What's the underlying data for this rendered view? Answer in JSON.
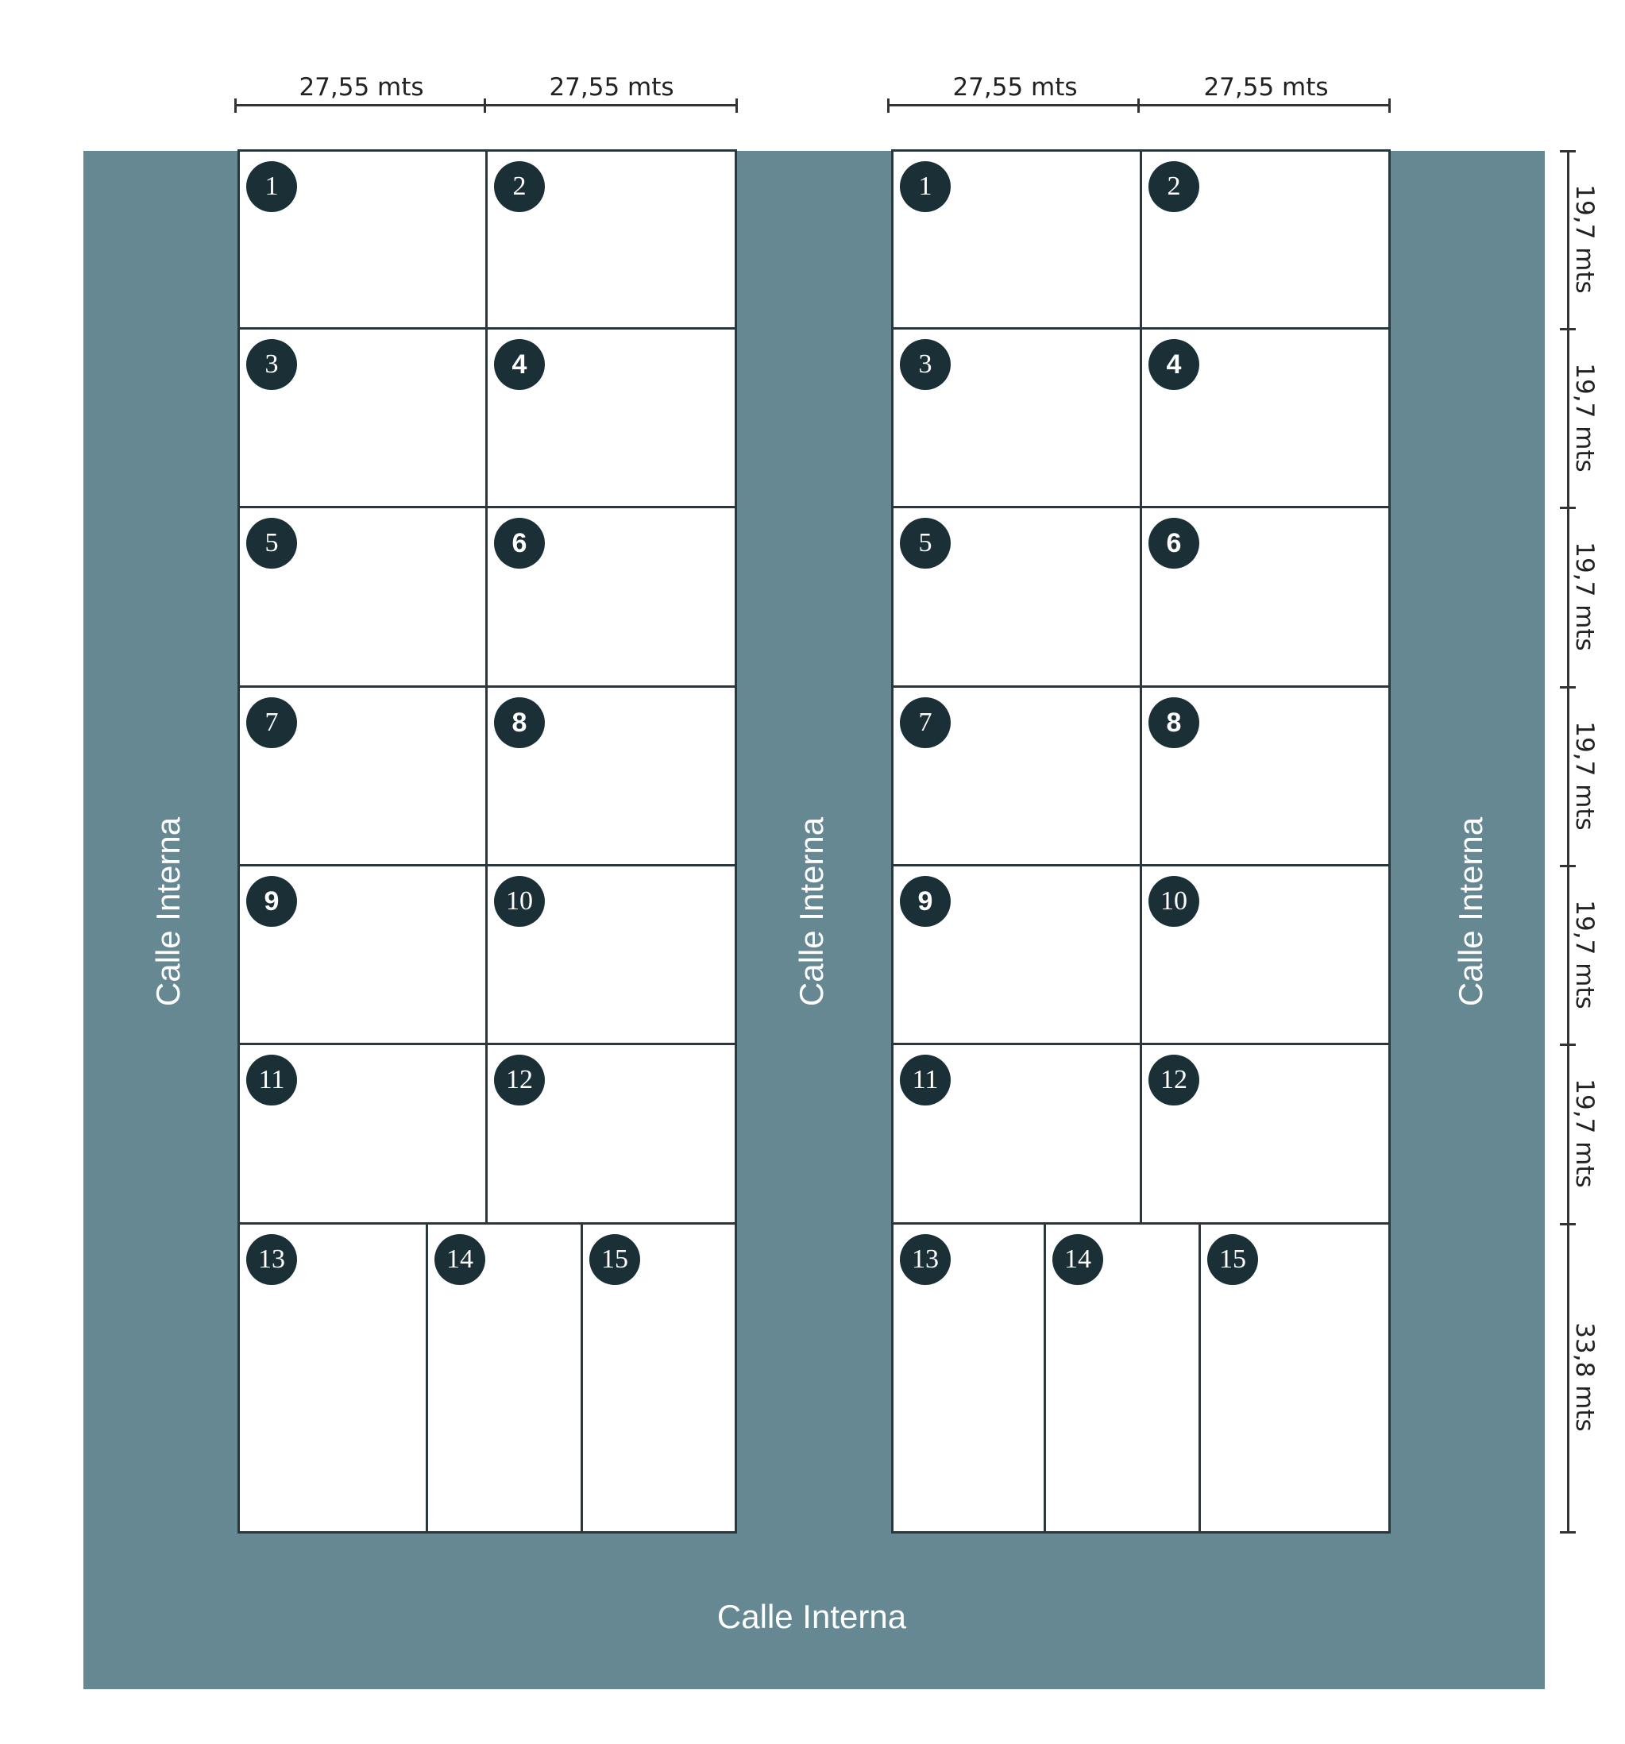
{
  "streets": {
    "left": "Calle Interna",
    "middle": "Calle Interna",
    "right": "Calle Interna",
    "bottom": "Calle Interna"
  },
  "dimensions": {
    "width_label": "27,55 mts",
    "row_label": "19,7 mts",
    "last_row_label": "33,8 mts"
  },
  "blocks": [
    {
      "lots": [
        "1",
        "2",
        "3",
        "4",
        "5",
        "6",
        "7",
        "8",
        "9",
        "10",
        "11",
        "12",
        "13",
        "14",
        "15"
      ]
    },
    {
      "lots": [
        "1",
        "2",
        "3",
        "4",
        "5",
        "6",
        "7",
        "8",
        "9",
        "10",
        "11",
        "12",
        "13",
        "14",
        "15"
      ]
    }
  ],
  "colors": {
    "street": "#668893",
    "badge": "#1a3036",
    "lot_border": "#2a383d",
    "lot_fill": "#ffffff"
  }
}
